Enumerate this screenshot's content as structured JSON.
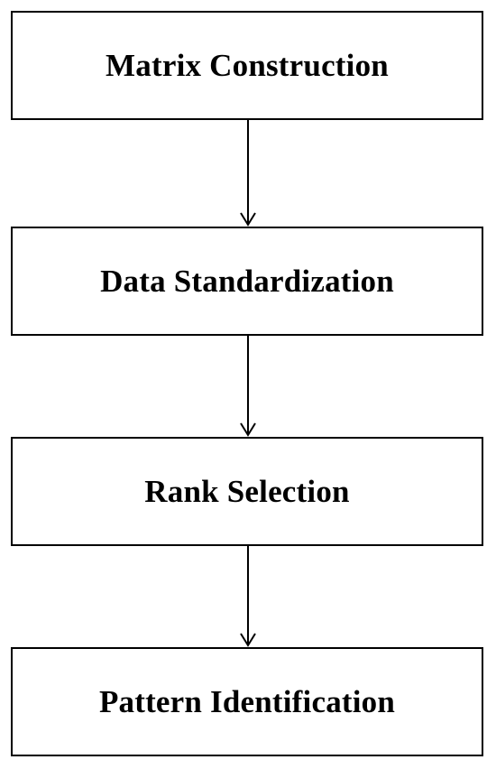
{
  "flowchart": {
    "steps": [
      {
        "label": "Matrix Construction"
      },
      {
        "label": "Data Standardization"
      },
      {
        "label": "Rank Selection"
      },
      {
        "label": "Pattern Identification"
      }
    ],
    "colors": {
      "stroke": "#000000",
      "background": "#ffffff"
    }
  }
}
